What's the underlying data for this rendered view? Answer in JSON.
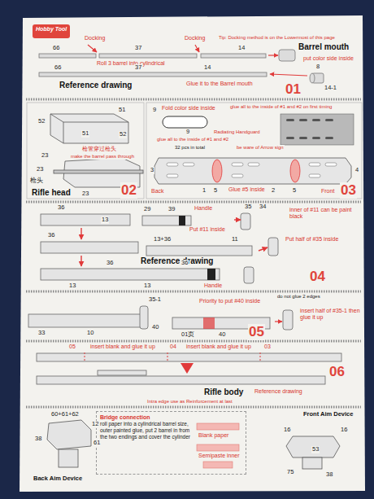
{
  "diagram": {
    "nodes": [
      {
        "text": [
          "Hobby Tool"
        ]
      },
      {
        "text": [
          "Bridge connection",
          "roll paper into a cylindrical barrel size, outer painted glue, put 2 barrel in from the two endings and cover the cylinder"
        ]
      }
    ],
    "labels": [
      "Docking",
      "66",
      "37",
      "Docking",
      "Tip: Docking method is on the Lowermost of this page",
      "14",
      "Barrel mouth",
      "Roll 3 barrel into cylindrical",
      "put color side inside",
      "66",
      "37",
      "14",
      "8",
      "Reference drawing",
      "Glue it to the Barrel mouth",
      "01",
      "14-1",
      "51",
      "52",
      "51",
      "52",
      "枪管穿过枪头",
      "make the barrel pass through",
      "23",
      "23",
      "23",
      "枪头",
      "Rifle head",
      "02",
      "9",
      "Fold color side inside",
      "glue all to the inside of #1 and #2 on first timing",
      "9",
      "Radiating Handguard",
      "glue all to the inside of #1 and #2",
      "32 pcs in total",
      "be ware of Arrow sign",
      "3",
      "4",
      "1",
      "5",
      "Glue #5 inside",
      "2",
      "5",
      "Back",
      "Front",
      "03",
      "36",
      "13",
      "29",
      "39",
      "Handle",
      "35",
      "34",
      "inner of #11 can be paint black",
      "36",
      "Put #11 inside",
      "13+36",
      "11",
      "Put half of #35 inside",
      "Reference drawing",
      "Handle",
      "13",
      "36",
      "13",
      "36",
      "04",
      "35-1",
      "Priority to put #40 inside",
      "do not glue 2 edges",
      "33",
      "10",
      "40",
      "insert half of #35-1 then glue it up",
      "01页",
      "40",
      "05",
      "05",
      "insert blank and glue it up",
      "04",
      "insert blank and glue it up",
      "03",
      "06",
      "Rifle body",
      "Reference drawing",
      "Intra edge use as Reinforcement at last",
      "60+61+62",
      "12",
      "38",
      "61",
      "Back Aim Device",
      "Blank paper",
      "Semipaste inner",
      "Front Aim Device",
      "16",
      "16",
      "53",
      "75",
      "38"
    ]
  }
}
